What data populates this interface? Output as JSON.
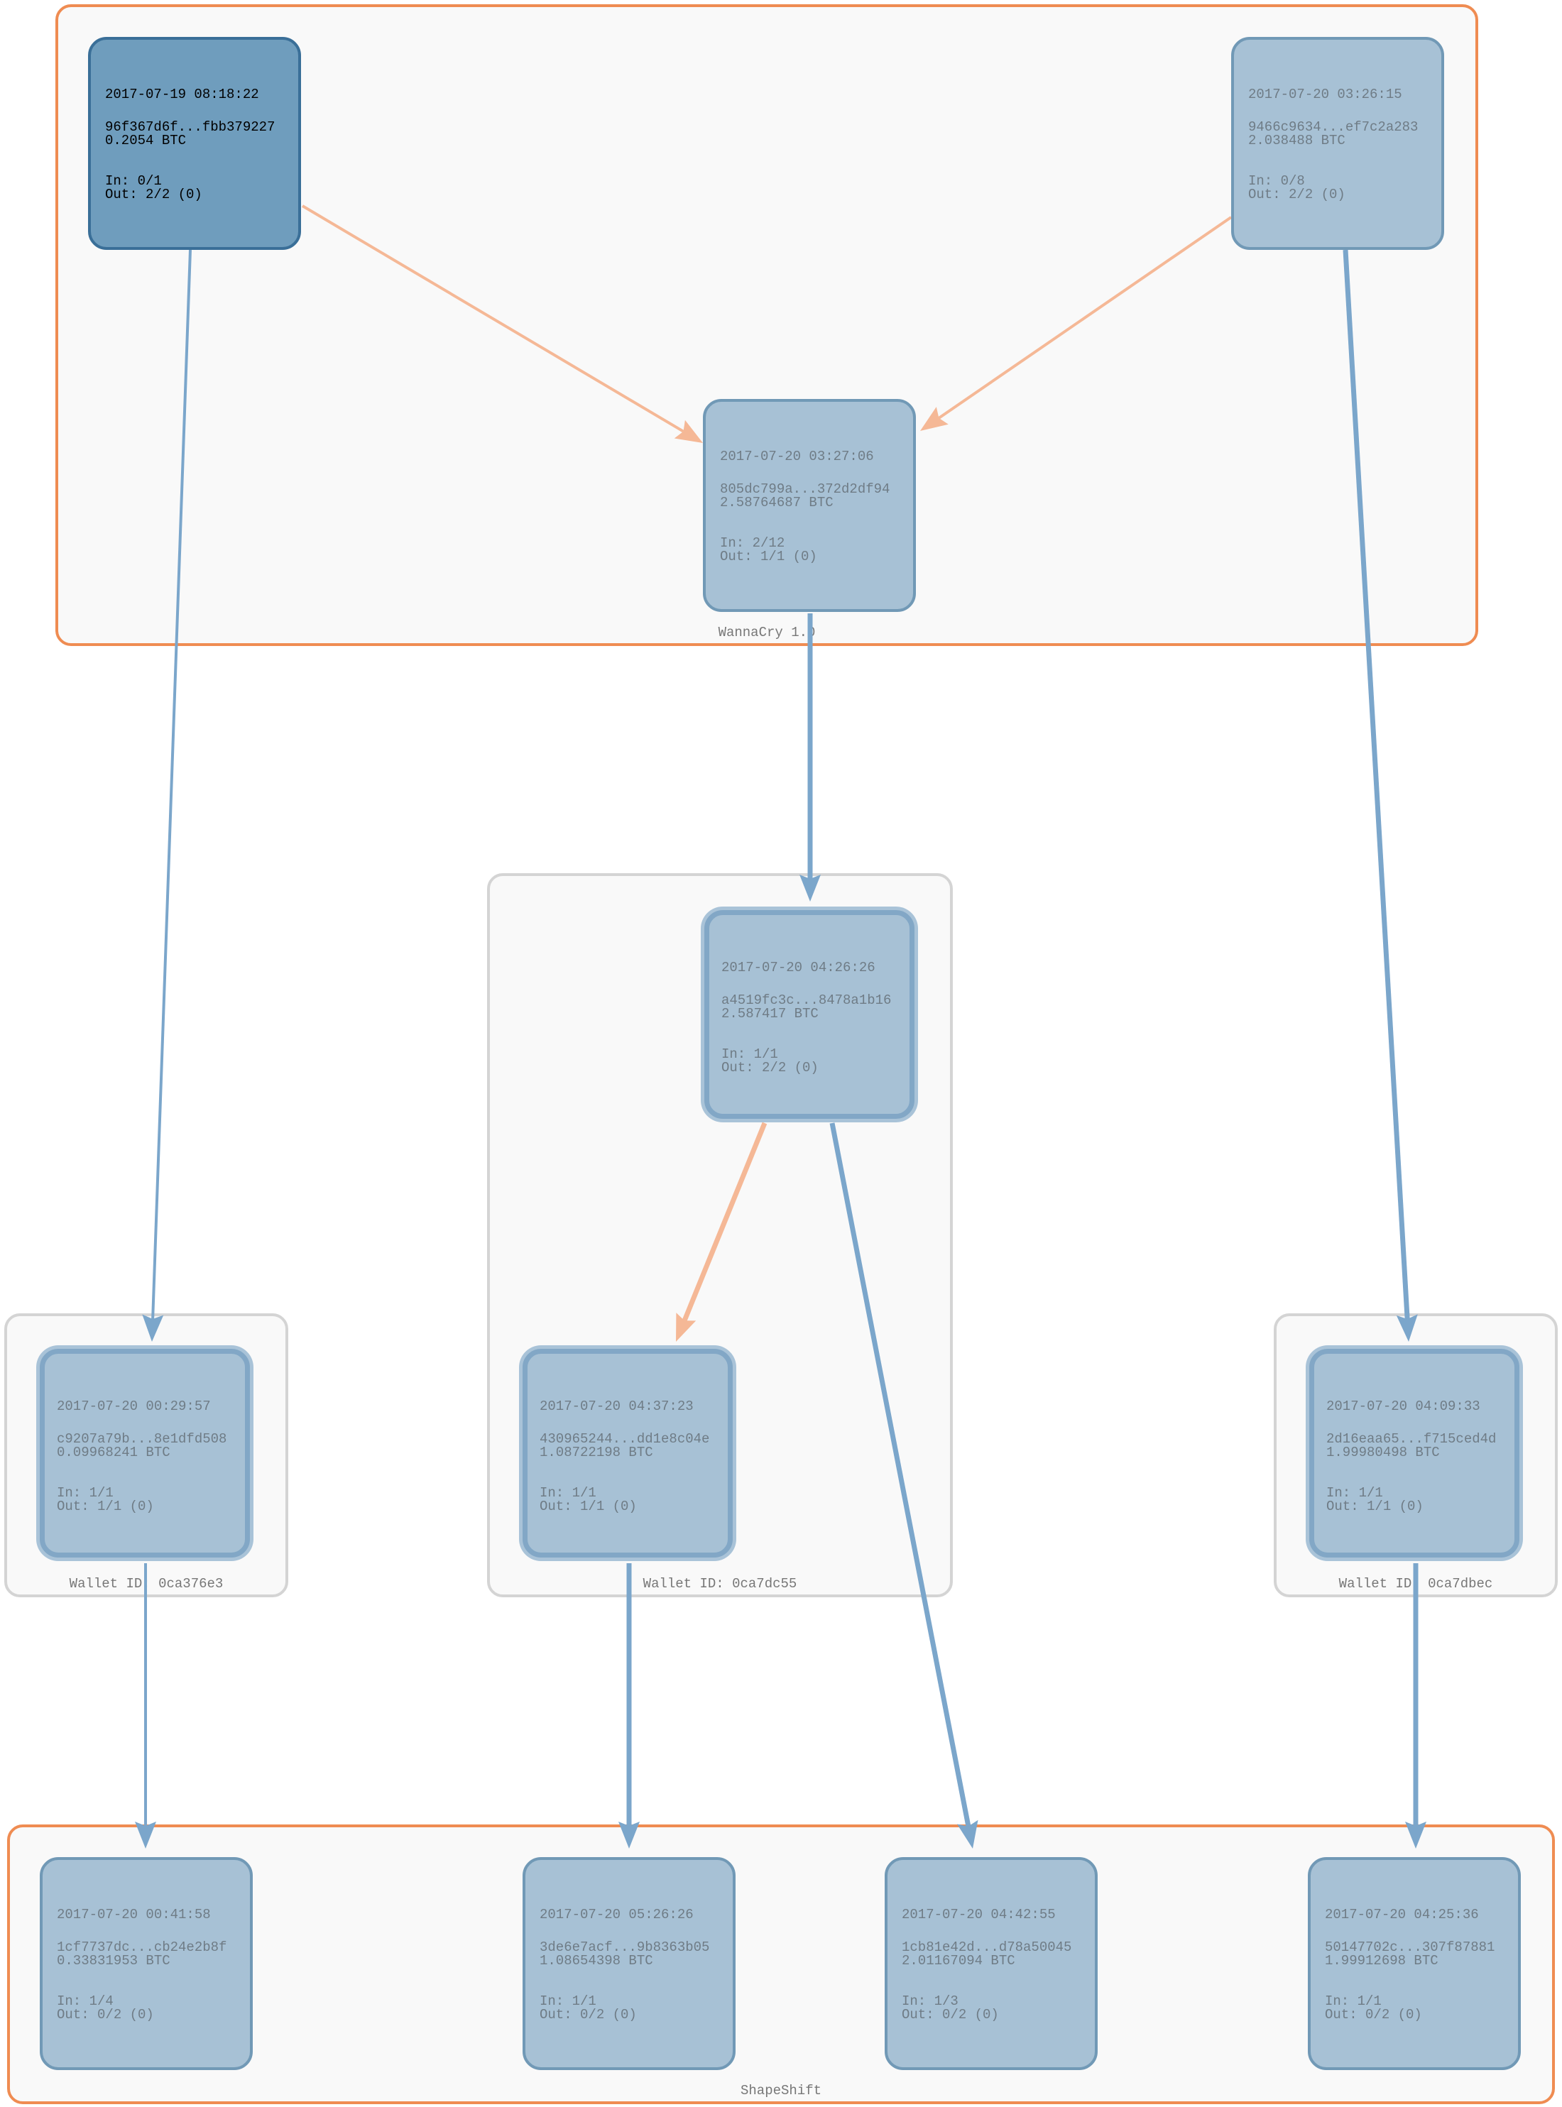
{
  "clusters": {
    "wannacry": "WannaCry 1.0",
    "wallet_a": "Wallet ID: 0ca376e3",
    "wallet_b": "Wallet ID: 0ca7dc55",
    "wallet_c": "Wallet ID: 0ca7dbec",
    "shapeshift": "ShapeShift"
  },
  "nodes": {
    "tx1": {
      "date": "2017-07-19 08:18:22",
      "hash": "96f367d6f...fbb379227",
      "amount": "0.2054 BTC",
      "inputs": "In: 0/1",
      "outputs": "Out: 2/2 (0)"
    },
    "tx2": {
      "date": "2017-07-20 03:26:15",
      "hash": "9466c9634...ef7c2a283",
      "amount": "2.038488 BTC",
      "inputs": "In: 0/8",
      "outputs": "Out: 2/2 (0)"
    },
    "tx3": {
      "date": "2017-07-20 03:27:06",
      "hash": "805dc799a...372d2df94",
      "amount": "2.58764687 BTC",
      "inputs": "In: 2/12",
      "outputs": "Out: 1/1 (0)"
    },
    "tx4": {
      "date": "2017-07-20 04:26:26",
      "hash": "a4519fc3c...8478a1b16",
      "amount": "2.587417 BTC",
      "inputs": "In: 1/1",
      "outputs": "Out: 2/2 (0)"
    },
    "tx5": {
      "date": "2017-07-20 00:29:57",
      "hash": "c9207a79b...8e1dfd508",
      "amount": "0.09968241 BTC",
      "inputs": "In: 1/1",
      "outputs": "Out: 1/1 (0)"
    },
    "tx6": {
      "date": "2017-07-20 04:37:23",
      "hash": "430965244...dd1e8c04e",
      "amount": "1.08722198 BTC",
      "inputs": "In: 1/1",
      "outputs": "Out: 1/1 (0)"
    },
    "tx7": {
      "date": "2017-07-20 04:09:33",
      "hash": "2d16eaa65...f715ced4d",
      "amount": "1.99980498 BTC",
      "inputs": "In: 1/1",
      "outputs": "Out: 1/1 (0)"
    },
    "tx8": {
      "date": "2017-07-20 00:41:58",
      "hash": "1cf7737dc...cb24e2b8f",
      "amount": "0.33831953 BTC",
      "inputs": "In: 1/4",
      "outputs": "Out: 0/2 (0)"
    },
    "tx9": {
      "date": "2017-07-20 05:26:26",
      "hash": "3de6e7acf...9b8363b05",
      "amount": "1.08654398 BTC",
      "inputs": "In: 1/1",
      "outputs": "Out: 0/2 (0)"
    },
    "tx10": {
      "date": "2017-07-20 04:42:55",
      "hash": "1cb81e42d...d78a50045",
      "amount": "2.01167094 BTC",
      "inputs": "In: 1/3",
      "outputs": "Out: 0/2 (0)"
    },
    "tx11": {
      "date": "2017-07-20 04:25:36",
      "hash": "50147702c...307f87881",
      "amount": "1.99912698 BTC",
      "inputs": "In: 1/1",
      "outputs": "Out: 0/2 (0)"
    }
  },
  "edges": [
    {
      "from": "tx1",
      "to": "tx3",
      "color": "#f5b896"
    },
    {
      "from": "tx2",
      "to": "tx3",
      "color": "#f5b896"
    },
    {
      "from": "tx1",
      "to": "tx5",
      "color": "#7ba6cb"
    },
    {
      "from": "tx2",
      "to": "tx7",
      "color": "#7ba6cb"
    },
    {
      "from": "tx3",
      "to": "tx4",
      "color": "#7ba6cb"
    },
    {
      "from": "tx4",
      "to": "tx6",
      "color": "#f5b896"
    },
    {
      "from": "tx4",
      "to": "tx10",
      "color": "#7ba6cb"
    },
    {
      "from": "tx5",
      "to": "tx8",
      "color": "#7ba6cb"
    },
    {
      "from": "tx6",
      "to": "tx9",
      "color": "#7ba6cb"
    },
    {
      "from": "tx7",
      "to": "tx11",
      "color": "#7ba6cb"
    }
  ],
  "colors": {
    "cluster_orange": "#ef8c52",
    "cluster_gray": "#d4d4d4",
    "node_fill": "#a7c1d5",
    "node_fill_highlight": "#6f9dbd",
    "edge_blue": "#7ba6cb",
    "edge_orange": "#f5b896"
  }
}
